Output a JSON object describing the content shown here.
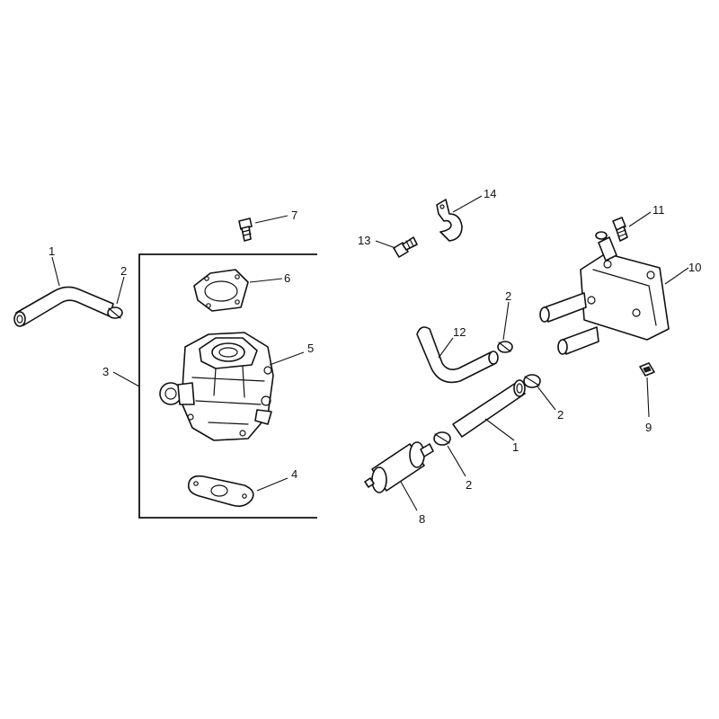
{
  "callouts": {
    "c1a": "1",
    "c2a": "2",
    "c3": "3",
    "c4": "4",
    "c5": "5",
    "c6": "6",
    "c7": "7",
    "c8": "8",
    "c9": "9",
    "c10": "10",
    "c11": "11",
    "c12": "12",
    "c13": "13",
    "c14": "14",
    "c2b": "2",
    "c2c": "2",
    "c2d": "2",
    "c1b": "1"
  }
}
